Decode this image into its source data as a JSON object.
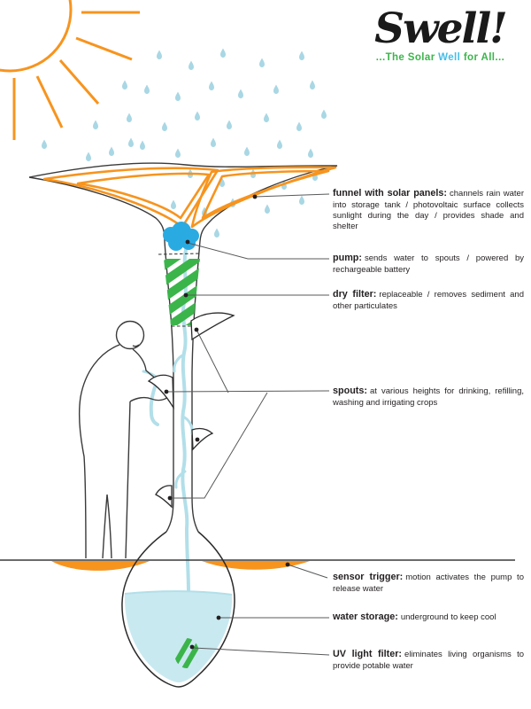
{
  "logo": {
    "title": "Swell!",
    "tagline": {
      "part1": "...The Solar ",
      "part2": "Well",
      "part3": " for All..."
    }
  },
  "labels": [
    {
      "id": "funnel",
      "term": "funnel with solar panels:",
      "description": "channels rain water into storage tank / photovoltaic surface collects sunlight during the day / provides shade and shelter"
    },
    {
      "id": "pump",
      "term": "pump:",
      "description": "sends water to spouts / powered by rechargeable battery"
    },
    {
      "id": "dry-filter",
      "term": "dry filter:",
      "description": "replaceable / removes sediment and other particulates"
    },
    {
      "id": "spouts",
      "term": "spouts:",
      "description": "at various heights for drinking, refilling, washing and irrigating crops"
    },
    {
      "id": "sensor",
      "term": "sensor trigger:",
      "description": "motion activates the pump to release water"
    },
    {
      "id": "water-storage",
      "term": "water storage:",
      "description": "underground to keep cool"
    },
    {
      "id": "uv-filter",
      "term": "UV light filter:",
      "description": "eliminates living organisms to provide potable water"
    }
  ],
  "colors": {
    "orange": "#F7941E",
    "pump_blue": "#29ABE2",
    "filter_green": "#3BB54A",
    "rain_blue": "#A9D7E4",
    "water_blue": "#C9E9F0",
    "stream_blue": "#B2DFE9",
    "tagline_green": "#3BB54A",
    "tagline_blue": "#45BEE8",
    "outline": "#3A3A3A"
  },
  "icons": [
    "sun-icon",
    "rain-drops-icon",
    "funnel-solar-panels",
    "pump-cloud",
    "dry-filter-stripes",
    "spout-shapes",
    "person-figure",
    "ground-line",
    "sensor-trigger-pools",
    "water-storage-bulb",
    "uv-filter-stripes"
  ]
}
